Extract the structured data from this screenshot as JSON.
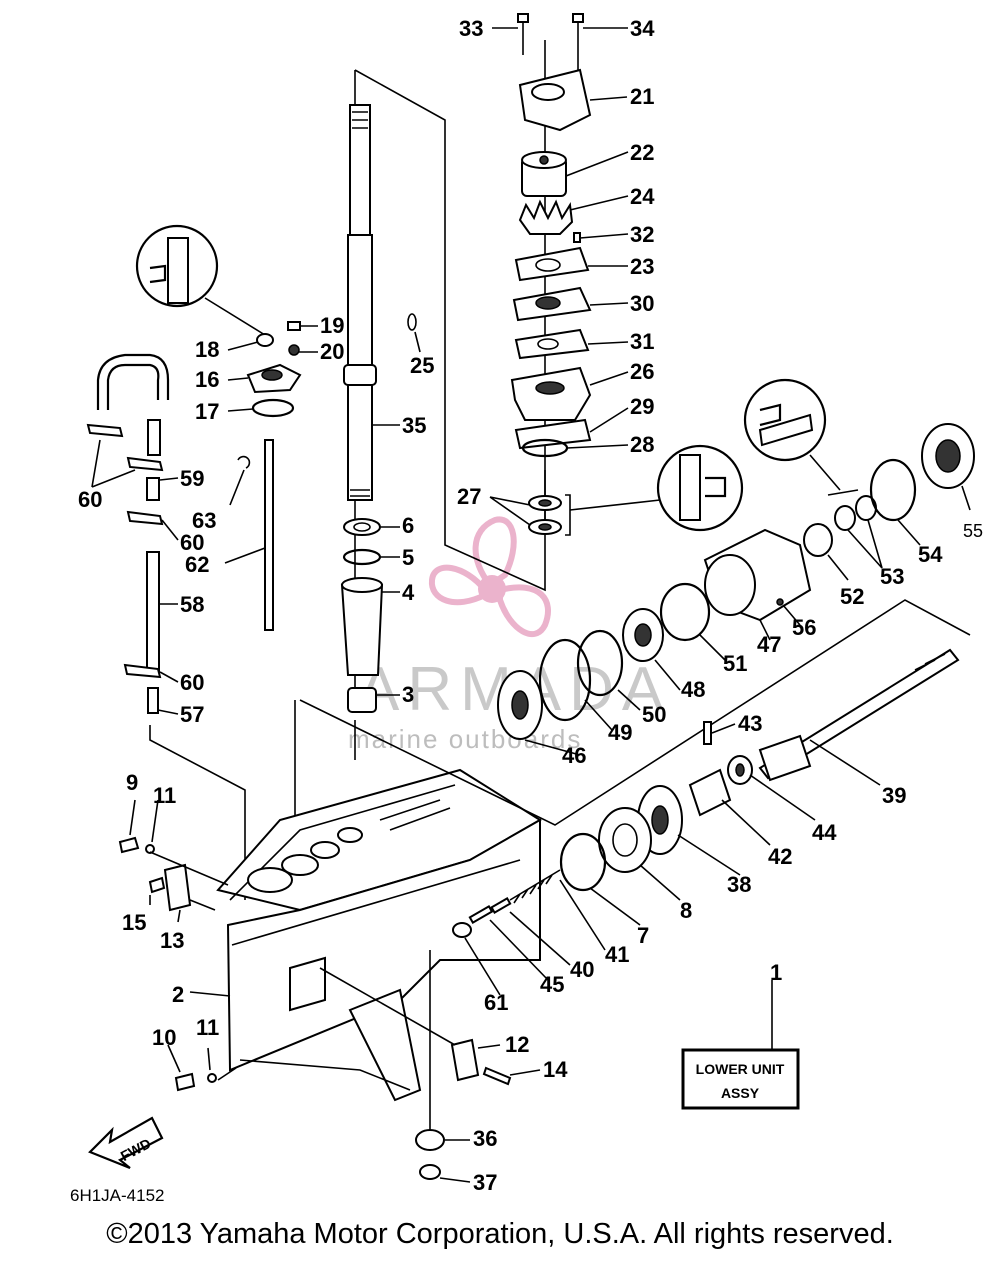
{
  "diagram": {
    "labels": [
      {
        "id": "p1",
        "text": "1"
      },
      {
        "id": "p2",
        "text": "2"
      },
      {
        "id": "p3",
        "text": "3"
      },
      {
        "id": "p4",
        "text": "4"
      },
      {
        "id": "p5",
        "text": "5"
      },
      {
        "id": "p6",
        "text": "6"
      },
      {
        "id": "p7",
        "text": "7"
      },
      {
        "id": "p8",
        "text": "8"
      },
      {
        "id": "p9",
        "text": "9"
      },
      {
        "id": "p10",
        "text": "10"
      },
      {
        "id": "p11a",
        "text": "11"
      },
      {
        "id": "p11b",
        "text": "11"
      },
      {
        "id": "p12",
        "text": "12"
      },
      {
        "id": "p13",
        "text": "13"
      },
      {
        "id": "p14",
        "text": "14"
      },
      {
        "id": "p15",
        "text": "15"
      },
      {
        "id": "p16",
        "text": "16"
      },
      {
        "id": "p17",
        "text": "17"
      },
      {
        "id": "p18",
        "text": "18"
      },
      {
        "id": "p19",
        "text": "19"
      },
      {
        "id": "p20",
        "text": "20"
      },
      {
        "id": "p21",
        "text": "21"
      },
      {
        "id": "p22",
        "text": "22"
      },
      {
        "id": "p23",
        "text": "23"
      },
      {
        "id": "p24",
        "text": "24"
      },
      {
        "id": "p25",
        "text": "25"
      },
      {
        "id": "p26",
        "text": "26"
      },
      {
        "id": "p27",
        "text": "27"
      },
      {
        "id": "p28",
        "text": "28"
      },
      {
        "id": "p29",
        "text": "29"
      },
      {
        "id": "p30",
        "text": "30"
      },
      {
        "id": "p31",
        "text": "31"
      },
      {
        "id": "p32",
        "text": "32"
      },
      {
        "id": "p33",
        "text": "33"
      },
      {
        "id": "p34",
        "text": "34"
      },
      {
        "id": "p35",
        "text": "35"
      },
      {
        "id": "p36",
        "text": "36"
      },
      {
        "id": "p37",
        "text": "37"
      },
      {
        "id": "p38",
        "text": "38"
      },
      {
        "id": "p39",
        "text": "39"
      },
      {
        "id": "p40",
        "text": "40"
      },
      {
        "id": "p41",
        "text": "41"
      },
      {
        "id": "p42",
        "text": "42"
      },
      {
        "id": "p43",
        "text": "43"
      },
      {
        "id": "p44",
        "text": "44"
      },
      {
        "id": "p45",
        "text": "45"
      },
      {
        "id": "p46",
        "text": "46"
      },
      {
        "id": "p47",
        "text": "47"
      },
      {
        "id": "p48",
        "text": "48"
      },
      {
        "id": "p49",
        "text": "49"
      },
      {
        "id": "p50",
        "text": "50"
      },
      {
        "id": "p51",
        "text": "51"
      },
      {
        "id": "p52",
        "text": "52"
      },
      {
        "id": "p53",
        "text": "53"
      },
      {
        "id": "p54",
        "text": "54"
      },
      {
        "id": "p55",
        "text": "55"
      },
      {
        "id": "p56",
        "text": "56"
      },
      {
        "id": "p57",
        "text": "57"
      },
      {
        "id": "p58",
        "text": "58"
      },
      {
        "id": "p59",
        "text": "59"
      },
      {
        "id": "p60a",
        "text": "60"
      },
      {
        "id": "p60b",
        "text": "60"
      },
      {
        "id": "p60c",
        "text": "60"
      },
      {
        "id": "p61",
        "text": "61"
      },
      {
        "id": "p62",
        "text": "62"
      },
      {
        "id": "p63",
        "text": "63"
      }
    ],
    "lower_unit_box": {
      "line1": "LOWER UNIT",
      "line2": "ASSY"
    },
    "fwd_arrow": "FWD",
    "diagram_code": "6H1JA-4152",
    "watermark": {
      "word": "ARMADA",
      "sub": "marine outboards",
      "logo_icon": "propeller-logo-icon",
      "logo_color": "#e8a6c4"
    }
  },
  "copyright": "©2013 Yamaha Motor Corporation, U.S.A. All rights reserved."
}
